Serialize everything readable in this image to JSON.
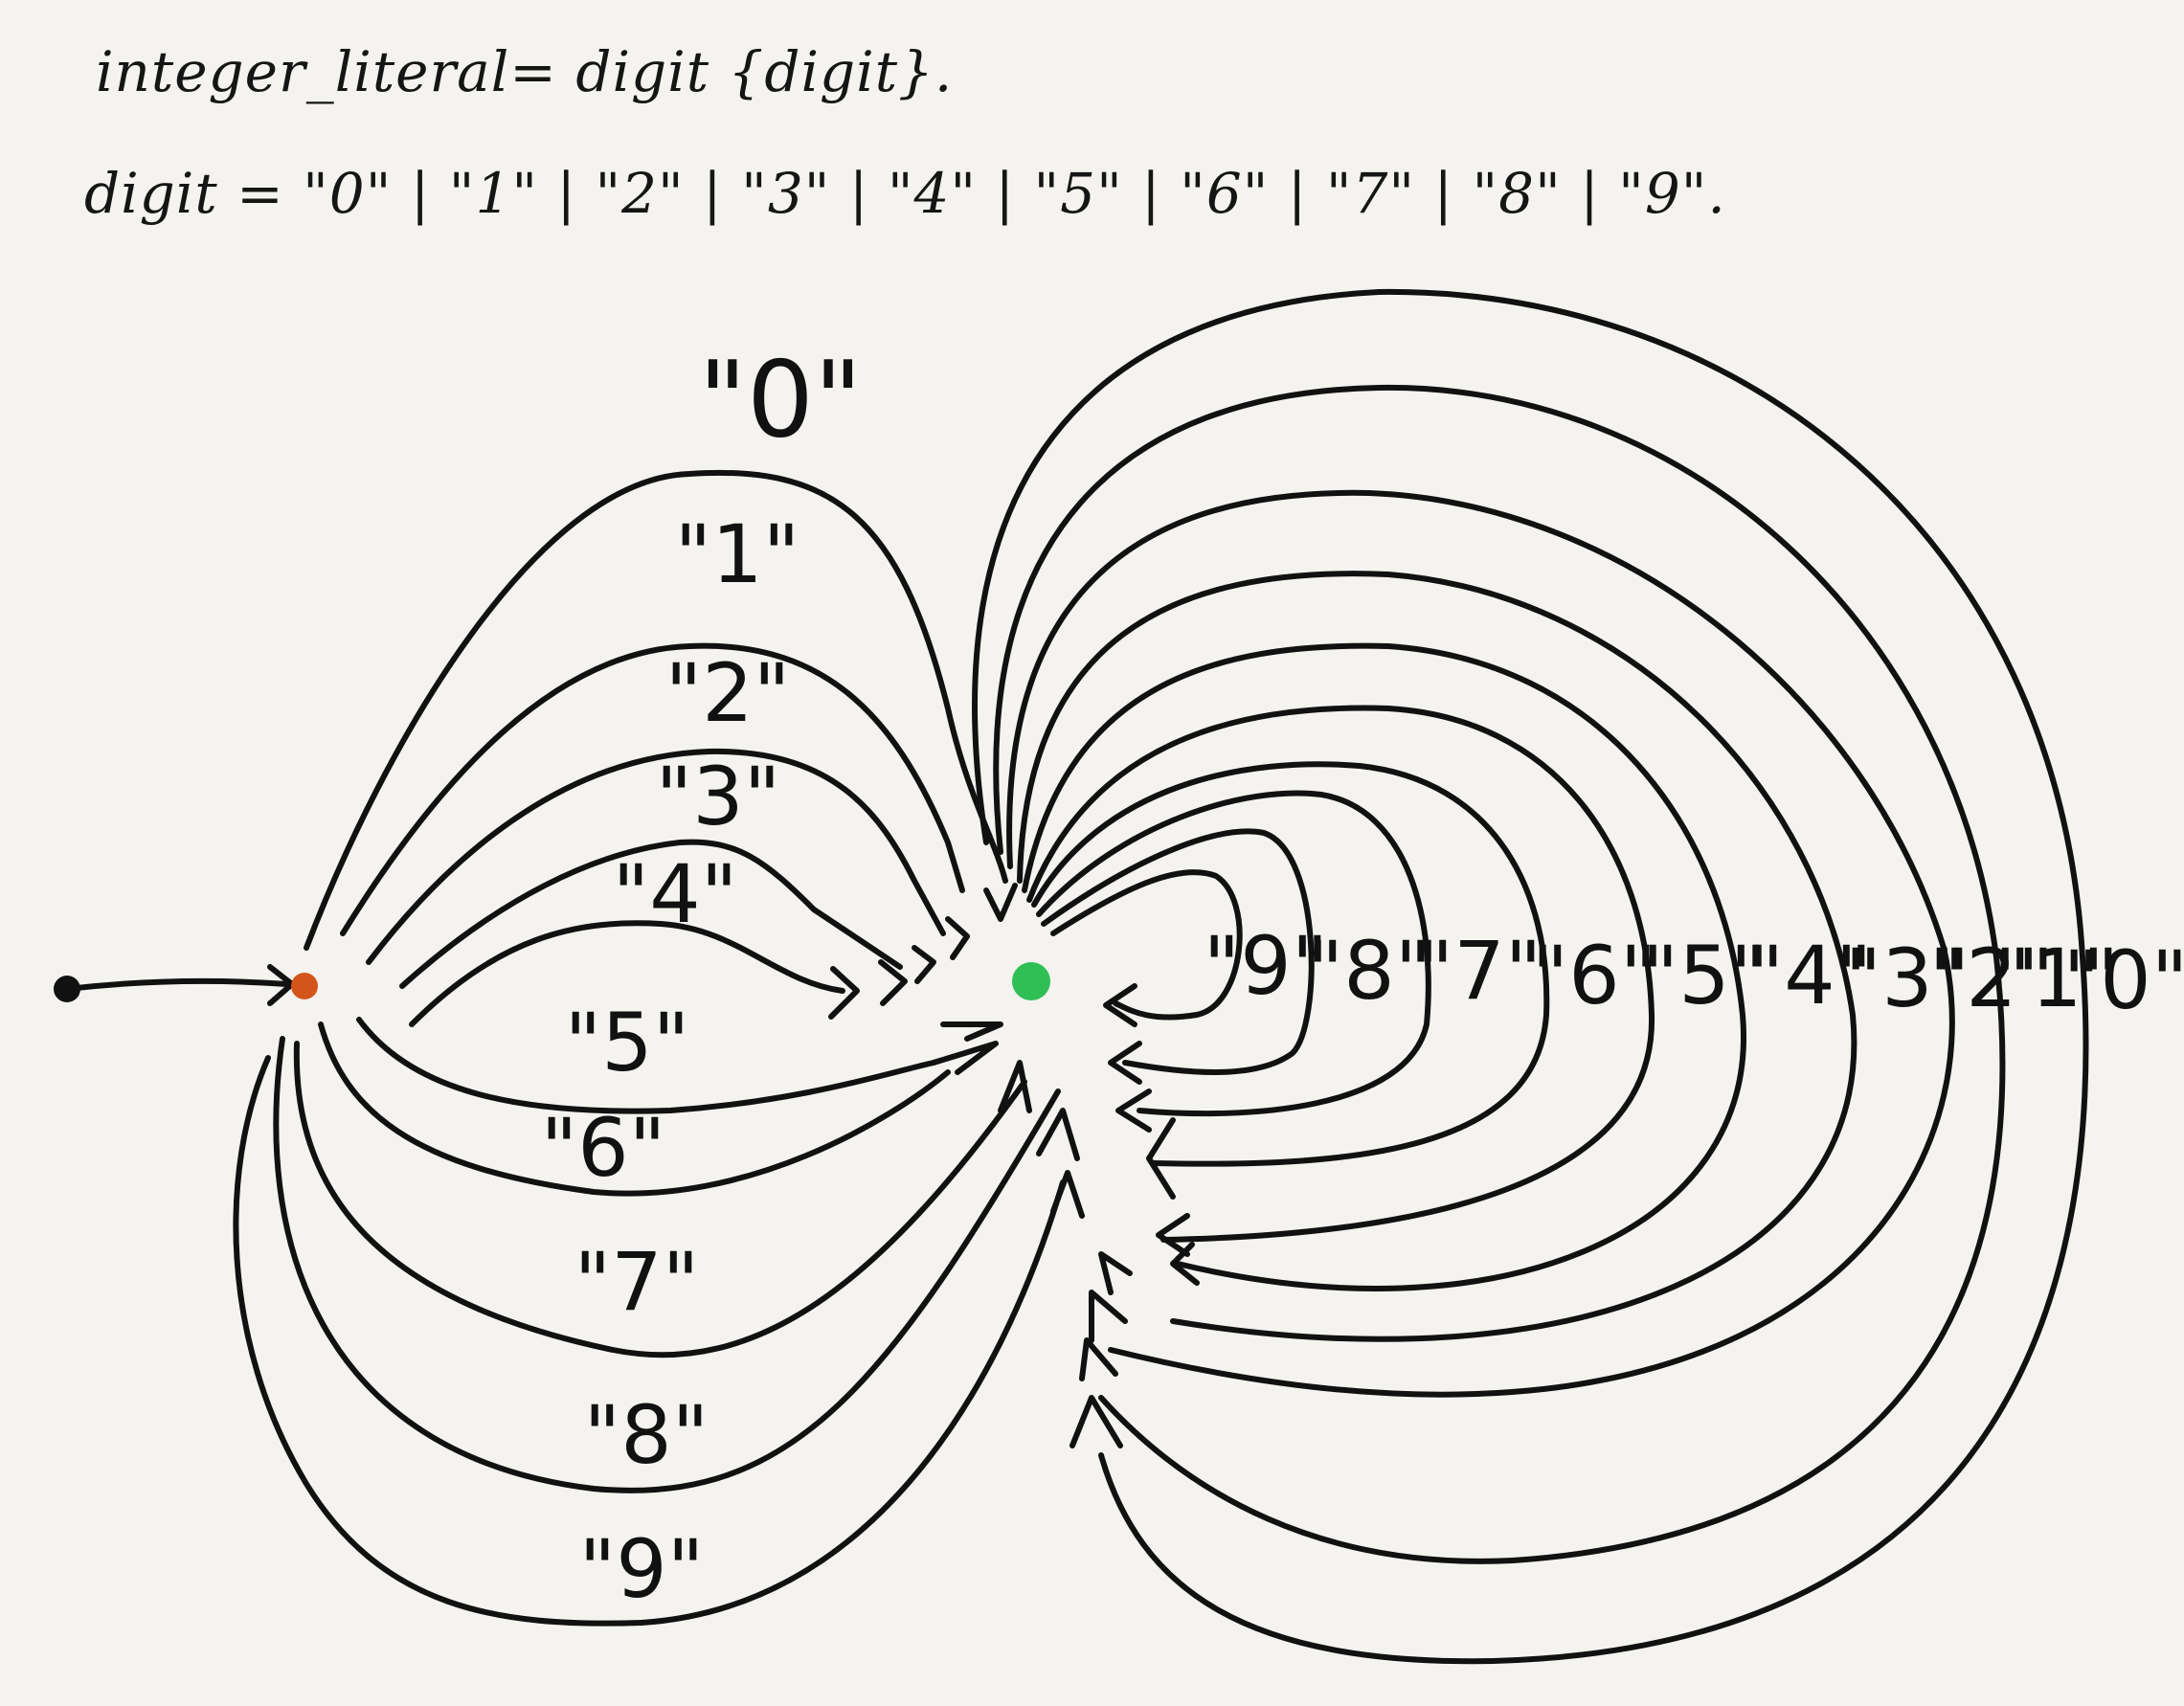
{
  "grammar": {
    "rule1": "integer_literal= digit {digit}.",
    "rule2": "digit = \"0\" | \"1\" | \"2\" | \"3\" | \"4\" | \"5\" | \"6\" | \"7\" | \"8\" | \"9\"."
  },
  "first_digit_labels": [
    "\"0\"",
    "\"1\"",
    "\"2\"",
    "\"3\"",
    "\"4\"",
    "\"5\"",
    "\"6\"",
    "\"7\"",
    "\"8\"",
    "\"9\""
  ],
  "loop_digit_labels": [
    "\"9\"",
    "\"8\"",
    "\"7\"",
    "\"6\"",
    "\"5\"",
    "\"4\"",
    "\"3\"",
    "\"2\"",
    "\"1\"",
    "\"0\""
  ],
  "colors": {
    "start_dot": "#111111",
    "first_state": "#d4551a",
    "accept_state": "#2fbf55",
    "ink": "#111111",
    "paper": "#f4f3ef"
  }
}
